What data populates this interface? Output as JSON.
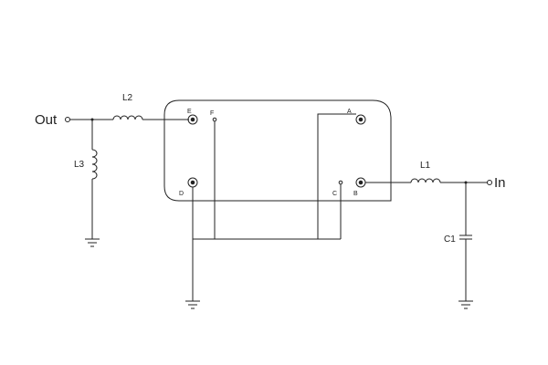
{
  "terminals": {
    "out": "Out",
    "in": "In"
  },
  "components": {
    "l1": "L1",
    "l2": "L2",
    "l3": "L3",
    "c1": "C1"
  },
  "pins": {
    "a": "A",
    "b": "B",
    "c": "C",
    "d": "D",
    "e": "E",
    "f": "F"
  },
  "colors": {
    "wire": "#222222",
    "background": "#ffffff"
  }
}
